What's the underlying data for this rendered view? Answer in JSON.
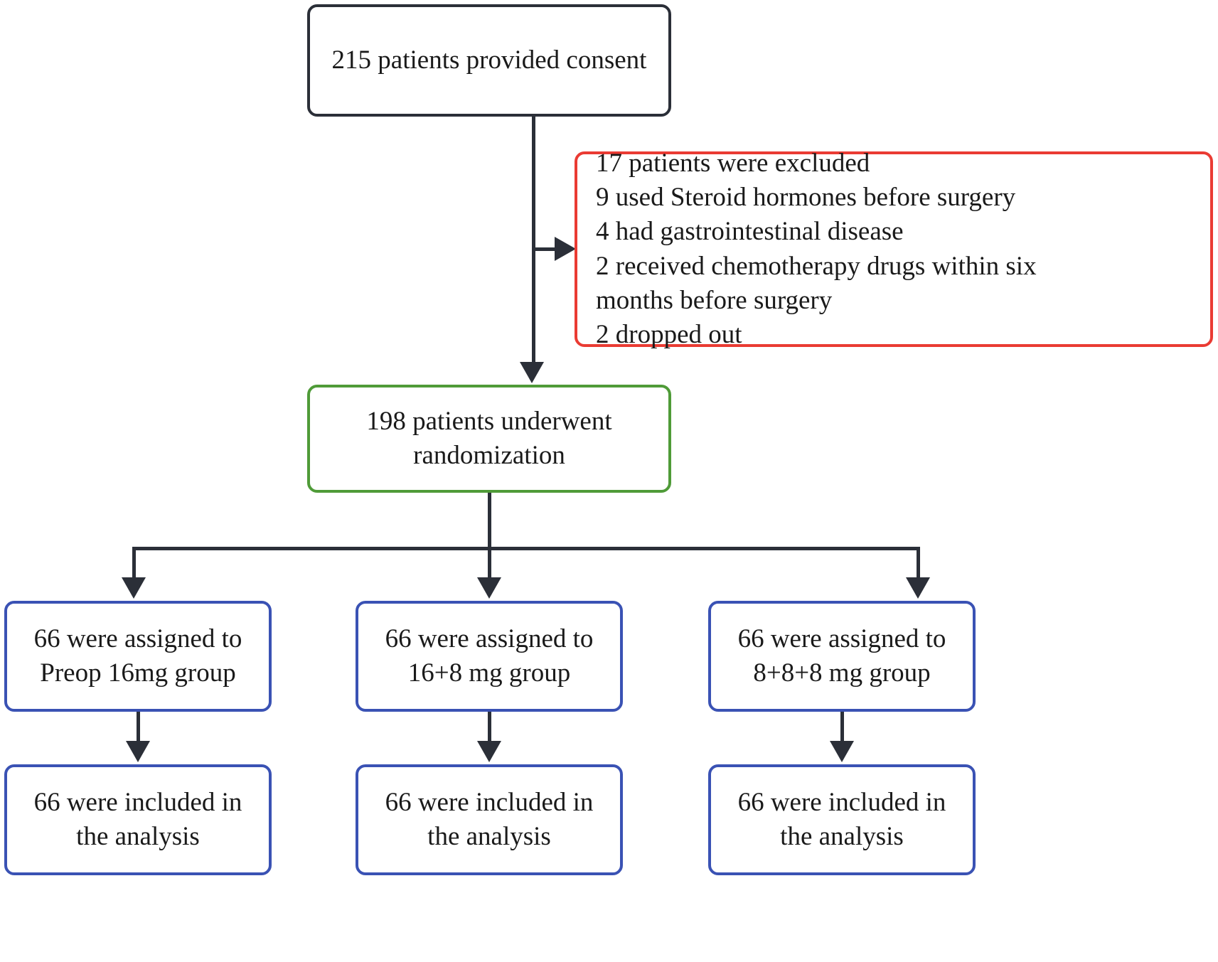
{
  "diagram": {
    "title": "CONSORT patient flow diagram",
    "colors": {
      "dark": "#2b2f38",
      "red": "#ea3b33",
      "green": "#4f9b38",
      "blue": "#3a52b4",
      "background": "#ffffff",
      "text": "#1a1a1a"
    },
    "nodes": {
      "consent": "215 patients provided consent",
      "excluded": "17 patients were excluded\n  9 used Steroid hormones before surgery\n  4 had gastrointestinal disease\n  2 received chemotherapy drugs within six\nmonths before surgery\n  2 dropped out",
      "randomized": "198 patients underwent\nrandomization"
    },
    "arms": [
      {
        "assigned": "66 were assigned to\nPreop 16mg group",
        "analysis": "66 were included in\nthe analysis",
        "group_name": "Preop 16mg group",
        "n_assigned": 66,
        "n_analyzed": 66
      },
      {
        "assigned": "66 were assigned to\n16+8 mg group",
        "analysis": "66 were included in\nthe analysis",
        "group_name": "16+8 mg group",
        "n_assigned": 66,
        "n_analyzed": 66
      },
      {
        "assigned": "66 were assigned to\n8+8+8 mg group",
        "analysis": "66 were included in\nthe analysis",
        "group_name": "8+8+8 mg group",
        "n_assigned": 66,
        "n_analyzed": 66
      }
    ],
    "counts": {
      "consented": 215,
      "excluded_total": 17,
      "excluded_steroid": 9,
      "excluded_gi_disease": 4,
      "excluded_chemotherapy": 2,
      "excluded_dropped_out": 2,
      "randomized": 198
    }
  }
}
